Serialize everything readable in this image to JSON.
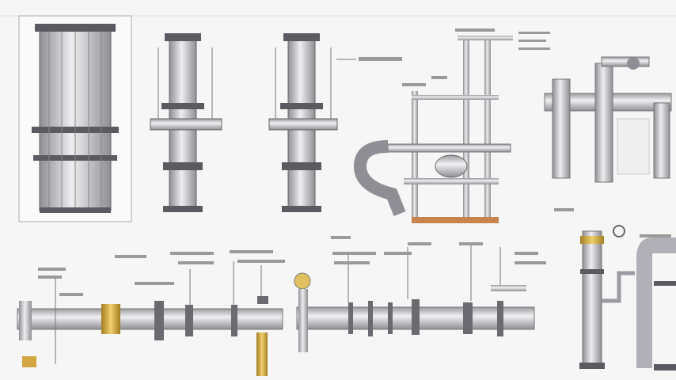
{
  "diagram": {
    "type": "engineering-illustration",
    "components": [
      "pressure-vessel",
      "flanged-column-a",
      "flanged-column-b",
      "pipe-rack-frame",
      "overhead-pipe-assembly",
      "horizontal-pipe-run-a",
      "horizontal-pipe-run-b",
      "vertical-column",
      "elbow-pipe"
    ],
    "colors": {
      "background": "#f6f6f6",
      "pipe": "#cfcfd2",
      "pipe_shade": "#8e8e94",
      "flange": "#5a5a60",
      "brass": "#d2a640",
      "base": "#c8844a",
      "label": "#9a9a9a"
    }
  }
}
